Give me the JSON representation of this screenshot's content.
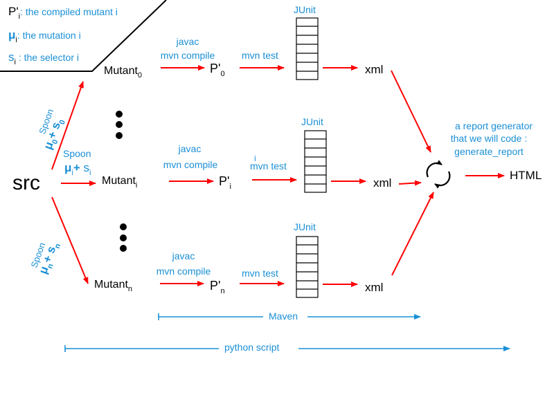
{
  "legend": {
    "p_symbol": "P'",
    "p_sub": "i",
    "p_text": ": the compiled mutant i",
    "mu_symbol": "μ",
    "mu_sub": "i",
    "mu_text": ": the mutation i",
    "s_symbol": "s",
    "s_sub": "i",
    "s_text": " : the selector i"
  },
  "src": "src",
  "spoon": "Spoon",
  "plus": "+",
  "mu": "μ",
  "s": "s",
  "sub0": "0",
  "subi": "i",
  "subn": "n",
  "mutant": "Mutant",
  "p_prime": "P'",
  "javac": "javac",
  "mvn_compile": "mvn compile",
  "mvn_test": "mvn test",
  "junit": "JUnit",
  "xml": "xml",
  "stray_i": "i",
  "report_line1": "a report generator",
  "report_line2": "that we will code :",
  "report_line3": "generate_report",
  "html": "HTML",
  "maven": "Maven",
  "python_script": "python script",
  "colors": {
    "arrow_red": "#ff0000",
    "blue": "#1a8fd6",
    "black": "#000000"
  },
  "icons": [
    "cycle-arrows-icon",
    "ellipsis-dots-icon",
    "junit-grid-icon"
  ]
}
